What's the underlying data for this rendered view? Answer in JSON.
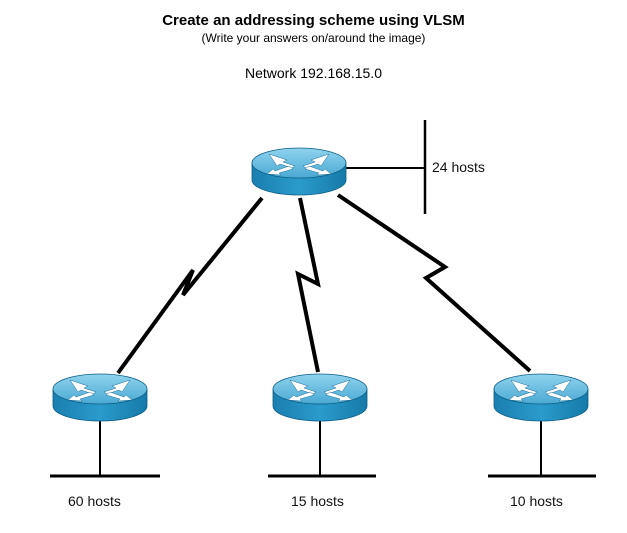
{
  "header": {
    "title": "Create an addressing scheme using VLSM",
    "subtitle": "(Write your answers on/around the image)",
    "network": "Network 192.168.15.0"
  },
  "colors": {
    "router_top": "#5fb8dc",
    "router_side": "#1f8cbb",
    "router_arrows": "#ffffff",
    "link": "#000000"
  },
  "labels": {
    "top_lan": "24 hosts",
    "left_lan": "60 hosts",
    "center_lan": "15 hosts",
    "right_lan": "10 hosts"
  }
}
